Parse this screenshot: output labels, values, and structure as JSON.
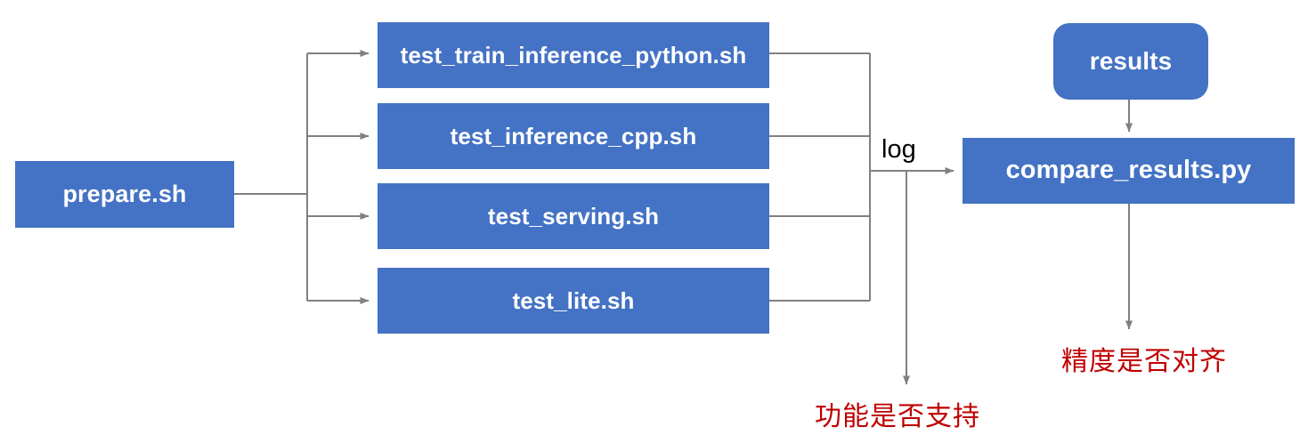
{
  "diagram": {
    "title": "PaddlePaddle TIPC test pipeline flowchart",
    "colors": {
      "node_fill": "#4472C4",
      "node_text": "#FFFFFF",
      "connector": "#808080",
      "annotation_text": "#C00000",
      "background": "#FFFFFF"
    }
  },
  "nodes": {
    "prepare": {
      "label": "prepare.sh"
    },
    "tests": [
      {
        "label": "test_train_inference_python.sh"
      },
      {
        "label": "test_inference_cpp.sh"
      },
      {
        "label": "test_serving.sh"
      },
      {
        "label": "test_lite.sh"
      }
    ],
    "results": {
      "label": "results"
    },
    "compare": {
      "label": "compare_results.py"
    }
  },
  "edge_labels": {
    "log": "log"
  },
  "annotations": {
    "function_support": "功能是否支持",
    "precision_aligned": "精度是否对齐"
  }
}
